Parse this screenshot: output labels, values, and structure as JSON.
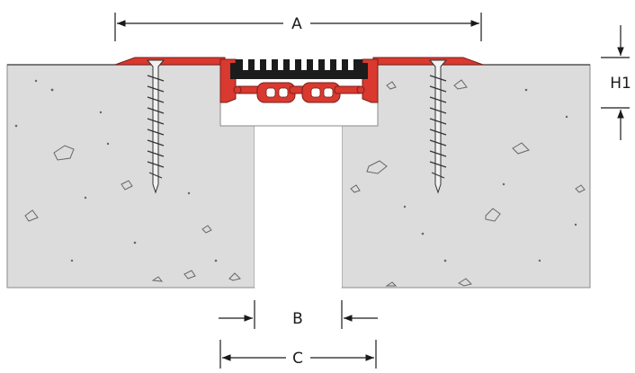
{
  "labels": {
    "width_a": "A",
    "height_h1": "H1",
    "gap_b": "B",
    "gap_c": "C"
  },
  "colors": {
    "concrete": "#dcdcdc",
    "concrete_edge": "#8a8a8a",
    "profile": "#d9392f",
    "profile_dark": "#b02a23",
    "insert": "#1c1c1c",
    "screw": "#f2f2f2",
    "dimension_line": "#1a1a1a"
  },
  "icons": {
    "screw": "screw-icon",
    "arrow": "arrow-icon"
  }
}
